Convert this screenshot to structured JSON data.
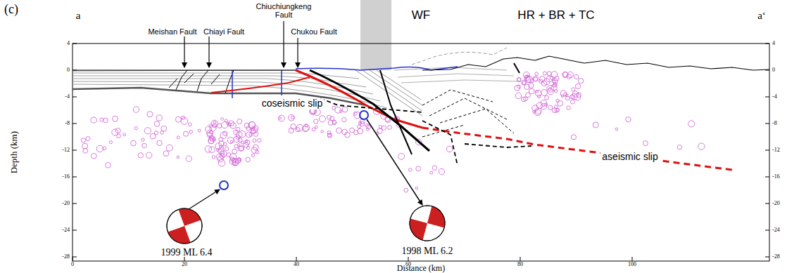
{
  "diagram": {
    "labels": [
      "(c)",
      "a",
      "a‘",
      "Meishan Fault",
      "Chiayi Fault",
      "Chiuchiungkeng Fault",
      "Chukou Fault",
      "WF",
      "HR + BR + TC",
      "coseismic slip",
      "aseismic slip",
      "1999 ML 6.4",
      "1998 ML 6.2",
      "Depth (km)",
      "Distance (km)",
      "4",
      "0",
      "-4",
      "-8",
      "-12",
      "-16",
      "-20",
      "-24",
      "-28",
      "4",
      "0",
      "-4",
      "-8",
      "-12",
      "-16",
      "-20",
      "-24",
      "-28",
      "0",
      "20",
      "40",
      "60",
      "80",
      "100"
    ]
  }
}
